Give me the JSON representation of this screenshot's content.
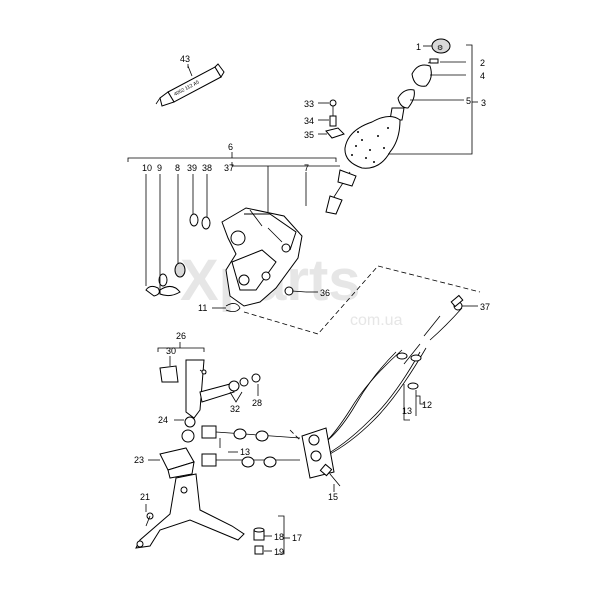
{
  "watermark": {
    "main": "Xparts",
    "sub": "com.ua"
  },
  "tube_label": "4052 112 A5",
  "callouts": {
    "c1": "1",
    "c2": "2",
    "c3": "3",
    "c4": "4",
    "c5": "5",
    "c6": "6",
    "c7": "7",
    "c8": "8",
    "c9": "9",
    "c10": "10",
    "c11": "11",
    "c12": "12",
    "c13a": "13",
    "c13b": "13",
    "c15": "15",
    "c17": "17",
    "c18": "18",
    "c19": "19",
    "c21": "21",
    "c23": "23",
    "c24": "24",
    "c26": "26",
    "c28": "28",
    "c30": "30",
    "c32": "32",
    "c33": "33",
    "c34": "34",
    "c35": "35",
    "c36": "36",
    "c37a": "37",
    "c37b": "37",
    "c38": "38",
    "c39": "39",
    "c43": "43"
  }
}
